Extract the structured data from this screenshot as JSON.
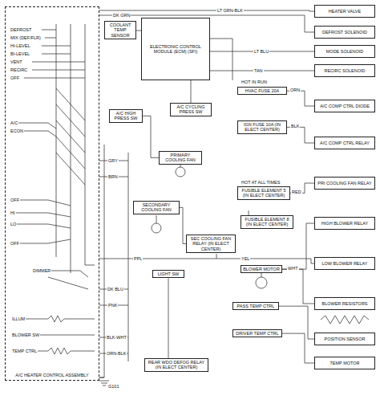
{
  "diagram": {
    "nodes": [
      {
        "text": [
          "A/C HEATER CONTROL ASSEMBLY"
        ]
      },
      {
        "text": [
          "ELECTRONIC CONTROL MODULE (ECM) (SFI)"
        ]
      },
      {
        "text": [
          "COOLANT TEMP SENSOR"
        ]
      },
      {
        "text": [
          "HVAC FUSE 20A"
        ]
      },
      {
        "text": [
          "A/C CYCLING PRESS SW"
        ]
      },
      {
        "text": [
          "A/C HIGH PRESS SW"
        ]
      },
      {
        "text": [
          "IGN FUSE 10A (IN ELECT CENTER)"
        ]
      },
      {
        "text": [
          "PRIMARY COOLING FAN"
        ]
      },
      {
        "text": [
          "FUSIBLE ELEMENT 5 (IN ELECT CENTER)"
        ]
      },
      {
        "text": [
          "SECONDARY COOLING FAN"
        ]
      },
      {
        "text": [
          "FUSIBLE ELEMENT 8 (IN ELECT CENTER)"
        ]
      },
      {
        "text": [
          "SEC COOLING FAN RELAY (IN ELECT CENTER)"
        ]
      },
      {
        "text": [
          "LIGHT SW"
        ]
      },
      {
        "text": [
          "BLOWER MOTOR"
        ]
      },
      {
        "text": [
          "PASS TEMP CTRL"
        ]
      },
      {
        "text": [
          "DRIVER TEMP CTRL"
        ]
      },
      {
        "text": [
          "REAR WDO DEFOG RELAY (IN ELECT CENTER)"
        ]
      },
      {
        "text": [
          "HEATER VALVE"
        ]
      },
      {
        "text": [
          "DEFROST SOLENOID"
        ]
      },
      {
        "text": [
          "MODE SOLENOID"
        ]
      },
      {
        "text": [
          "RECIRC SOLENOID"
        ]
      },
      {
        "text": [
          "A/C COMP CTRL DIODE"
        ]
      },
      {
        "text": [
          "A/C COMP CTRL RELAY"
        ]
      },
      {
        "text": [
          "PRI COOLING FAN RELAY"
        ]
      },
      {
        "text": [
          "HIGH BLOWER RELAY"
        ]
      },
      {
        "text": [
          "LOW BLOWER RELAY"
        ]
      },
      {
        "text": [
          "BLOWER RESISTORS"
        ]
      },
      {
        "text": [
          "POSITION SENSOR"
        ]
      },
      {
        "text": [
          "TEMP MOTOR"
        ]
      }
    ],
    "edges": [
      {
        "from": 0,
        "to": 17,
        "arrow": "none"
      },
      {
        "from": 0,
        "to": 18,
        "arrow": "none"
      },
      {
        "from": 1,
        "to": 19,
        "arrow": "none"
      },
      {
        "from": 1,
        "to": 20,
        "arrow": "none"
      },
      {
        "from": 3,
        "to": 21,
        "arrow": "none"
      },
      {
        "from": 1,
        "to": 4,
        "arrow": "none"
      },
      {
        "from": 5,
        "to": 7,
        "arrow": "none"
      },
      {
        "from": 6,
        "to": 22,
        "arrow": "none"
      },
      {
        "from": 8,
        "to": 23,
        "arrow": "none"
      },
      {
        "from": 9,
        "to": 11,
        "arrow": "none"
      },
      {
        "from": 13,
        "to": 24,
        "arrow": "none"
      },
      {
        "from": 13,
        "to": 26,
        "arrow": "none"
      },
      {
        "from": 14,
        "to": 27,
        "arrow": "none"
      },
      {
        "from": 15,
        "to": 28,
        "arrow": "none"
      },
      {
        "from": 0,
        "to": 25,
        "arrow": "none"
      },
      {
        "from": 12,
        "to": 16,
        "arrow": "none"
      }
    ],
    "labels": [
      "DEFROST",
      "MIX (DEF/FLR)",
      "HI-LEVEL",
      "BI-LEVEL",
      "VENT",
      "RECIRC",
      "OFF",
      "A/C",
      "ECON",
      "OFF",
      "HI",
      "LO",
      "OFF",
      "DIMMER",
      "ILLUM",
      "BLOWER SW",
      "TEMP CTRL",
      "LT GRN-BLK",
      "DK GRN",
      "LT BLU",
      "TAN",
      "ORN",
      "BLK",
      "RED",
      "PPL",
      "YEL",
      "WHT",
      "GRY",
      "BRN",
      "DK BLU",
      "PNK",
      "BLK-WHT",
      "ORN-BLK",
      "HOT IN RUN",
      "G101",
      "HOT AT ALL TIMES"
    ]
  }
}
